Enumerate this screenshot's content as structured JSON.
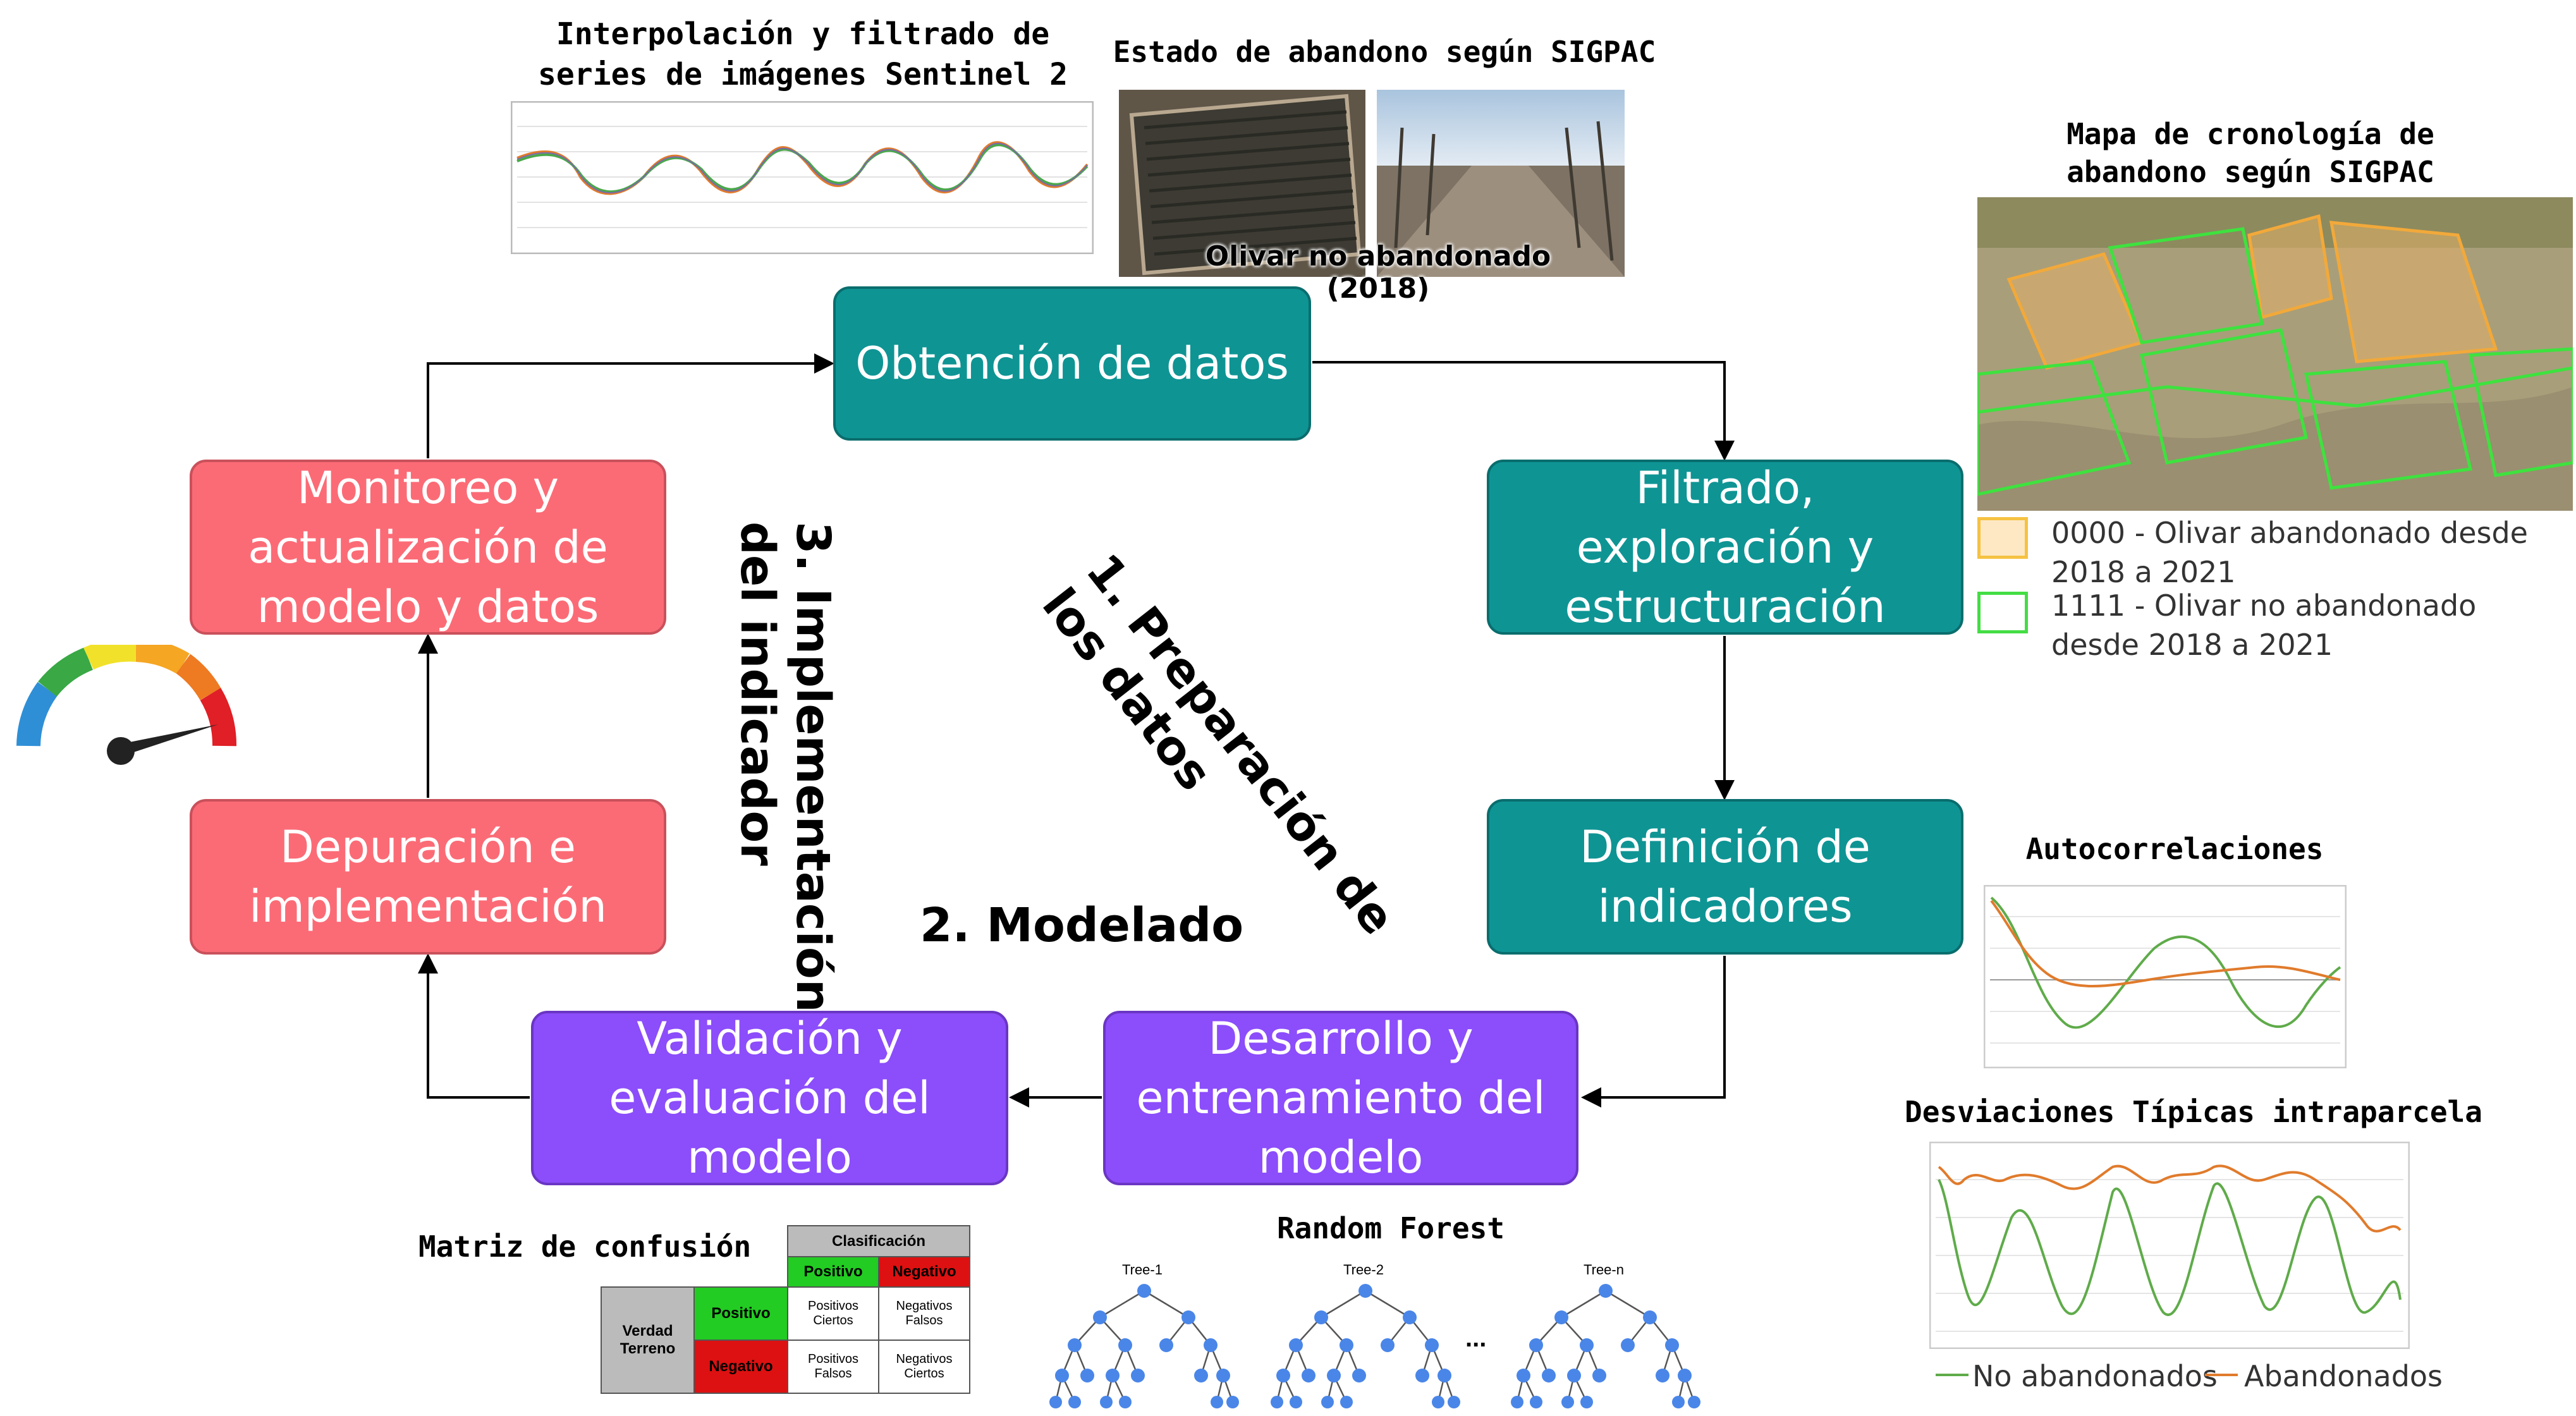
{
  "boxes": {
    "obtencion": "Obtención de datos",
    "filtrado": "Filtrado, exploración y estructuración",
    "definicion": "Definición de indicadores",
    "desarrollo": "Desarrollo y entrenamiento del modelo",
    "validacion": "Validación y evaluación del modelo",
    "depuracion": "Depuración e implementación",
    "monitoreo": "Monitoreo y actualización de modelo y datos"
  },
  "phases": {
    "p1_line1": "1. Preparación de",
    "p1_line2": "los datos",
    "p2": "2. Modelado",
    "p3_line1": "3. Implementación",
    "p3_line2": "del indicador"
  },
  "panels": {
    "interp_line1": "Interpolación y filtrado de",
    "interp_line2": "series de imágenes Sentinel 2",
    "estado_title": "Estado de abandono según SIGPAC",
    "estado_caption": "Olivar no abandonado (2018)",
    "mapa_line1": "Mapa de cronología de",
    "mapa_line2": "abandono según SIGPAC",
    "mapa_legend_1": "0000 - Olivar abandonado desde 2018 a 2021",
    "mapa_legend_2": "1111 - Olivar no abandonado desde 2018 a 2021",
    "autocorr_title": "Autocorrelaciones",
    "desv_title": "Desviaciones Típicas intraparcela",
    "desv_legend_green": "No abandonados",
    "desv_legend_orange": "Abandonados",
    "matriz_title": "Matriz de confusión",
    "rf_title": "Random Forest",
    "rf_tree1": "Tree-1",
    "rf_tree2": "Tree-2",
    "rf_treen": "Tree-n",
    "rf_dots": "..."
  },
  "confusion": {
    "clasificacion": "Clasificación",
    "positivo": "Positivo",
    "negativo": "Negativo",
    "verdad_terreno": "Verdad Terreno",
    "pc": "Positivos Ciertos",
    "nf": "Negativos Falsos",
    "pf": "Positivos Falsos",
    "nc": "Negativos Ciertos"
  },
  "colors": {
    "teal": "#0f9494",
    "red": "#fb6b76",
    "purple": "#8c4dfb",
    "abandonado": "#f08a3c",
    "no_abandonado": "#5cb85c",
    "legend_yellow": "#f5c242",
    "legend_green": "#44dd44",
    "cm_green": "#22cc22",
    "cm_red": "#dd1111"
  }
}
